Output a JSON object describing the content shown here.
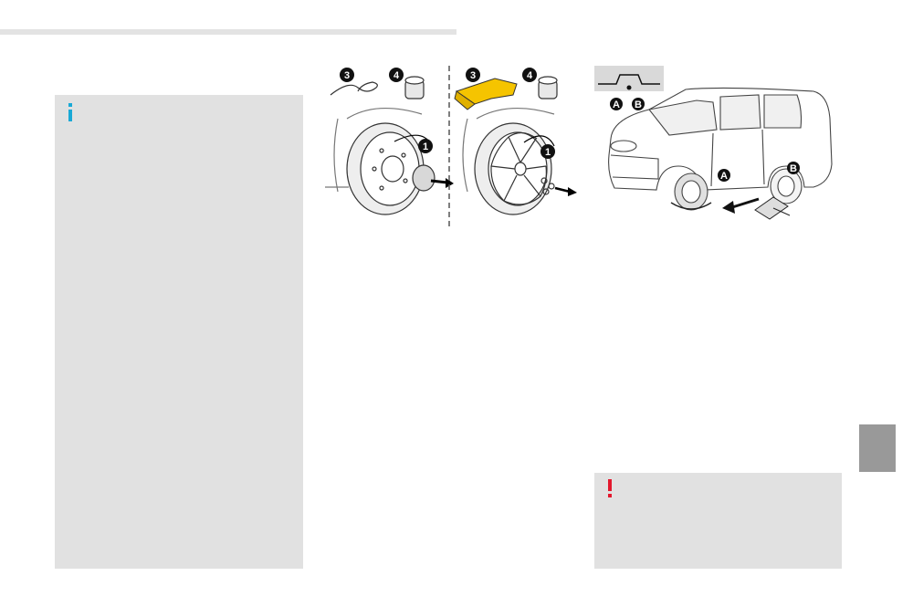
{
  "colors": {
    "panel_gray": "#e1e1e1",
    "info_accent": "#19a9d6",
    "warning_accent": "#e3182d",
    "tab_gray": "#999999",
    "tool_yellow": "#f5c400"
  },
  "icons": {
    "info": "info-icon",
    "warning": "exclamation-icon"
  },
  "wheel_illustration": {
    "callouts": [
      "3",
      "4",
      "1",
      "3",
      "4",
      "1"
    ]
  },
  "van_illustration": {
    "callouts": [
      "A",
      "B",
      "A",
      "B"
    ]
  }
}
